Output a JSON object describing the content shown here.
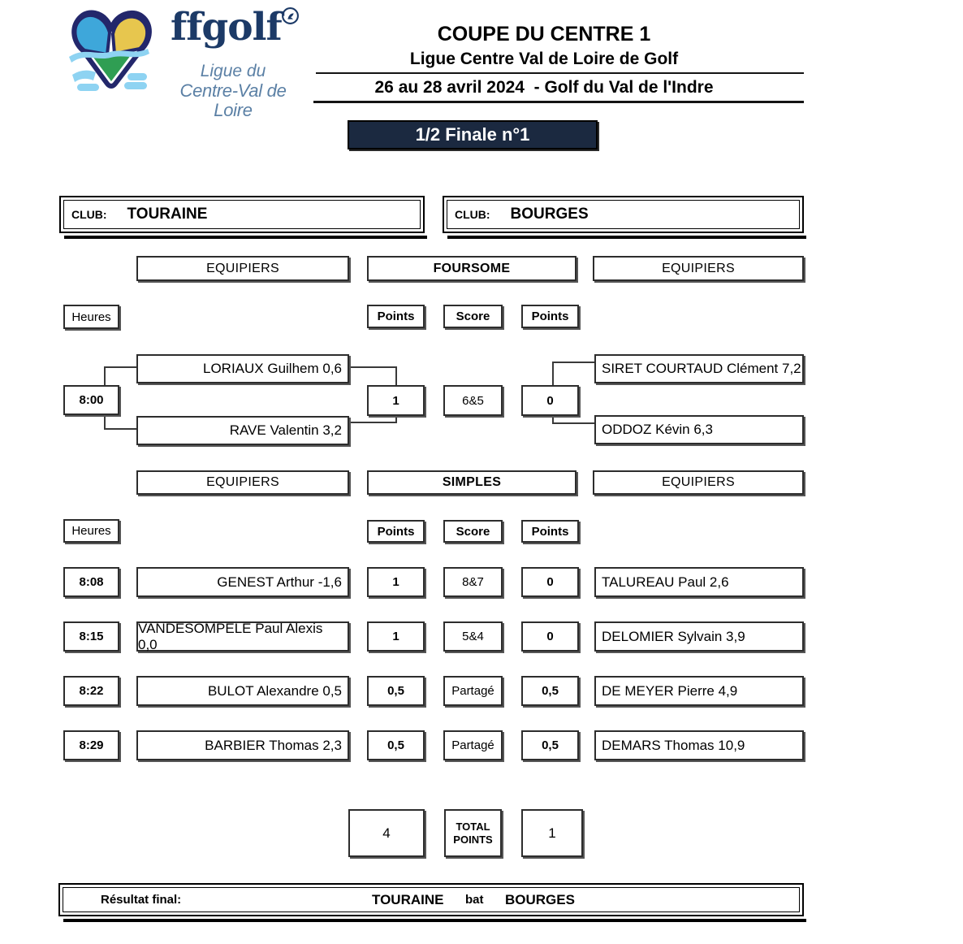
{
  "logo": {
    "brand": "ffgolf",
    "subtitle_line1": "Ligue du",
    "subtitle_line2": "Centre-Val de Loire"
  },
  "header": {
    "title": "COUPE DU CENTRE 1",
    "subtitle": "Ligue Centre Val de Loire de Golf",
    "date_venue": "26 au 28 avril 2024  - Golf du Val de l'Indre"
  },
  "banner": {
    "label": "1/2 Finale n°1"
  },
  "clubs": {
    "label": "CLUB:",
    "home": "TOURAINE",
    "away": "BOURGES"
  },
  "labels": {
    "equipiers": "EQUIPIERS",
    "hours": "Heures",
    "points": "Points",
    "score": "Score"
  },
  "foursome_section": {
    "center_header": "FOURSOME",
    "match": {
      "time": "8:00",
      "home_players": [
        "LORIAUX Guilhem 0,6",
        "RAVE Valentin 3,2"
      ],
      "home_points": "1",
      "score": "6&5",
      "away_points": "0",
      "away_players": [
        "SIRET COURTAUD Clément 7,2",
        "ODDOZ Kévin 6,3"
      ]
    }
  },
  "singles_section": {
    "center_header": "SIMPLES",
    "matches": [
      {
        "time": "8:08",
        "home_player": "GENEST Arthur -1,6",
        "home_points": "1",
        "score": "8&7",
        "away_points": "0",
        "away_player": "TALUREAU Paul 2,6"
      },
      {
        "time": "8:15",
        "home_player": "VANDESOMPELE Paul Alexis 0,0",
        "home_points": "1",
        "score": "5&4",
        "away_points": "0",
        "away_player": "DELOMIER Sylvain 3,9"
      },
      {
        "time": "8:22",
        "home_player": "BULOT Alexandre 0,5",
        "home_points": "0,5",
        "score": "Partagé",
        "away_points": "0,5",
        "away_player": "DE MEYER Pierre 4,9"
      },
      {
        "time": "8:29",
        "home_player": "BARBIER Thomas 2,3",
        "home_points": "0,5",
        "score": "Partagé",
        "away_points": "0,5",
        "away_player": "DEMARS Thomas 10,9"
      }
    ]
  },
  "totals": {
    "home_total": "4",
    "label_line1": "TOTAL",
    "label_line2": "POINTS",
    "away_total": "1"
  },
  "result": {
    "label": "Résultat final:",
    "winner": "TOURAINE",
    "verb": "bat",
    "loser": "BOURGES"
  },
  "colors": {
    "banner_bg": "#1b2940",
    "logo_navy": "#23276b",
    "logo_blue": "#3ea7da",
    "logo_yellow": "#e7c64e",
    "logo_green": "#2f9e53",
    "logo_lightblue": "#8ed3f2",
    "logo_text_navy": "#1c3a67",
    "logo_subtitle_slate": "#5b80a5"
  }
}
